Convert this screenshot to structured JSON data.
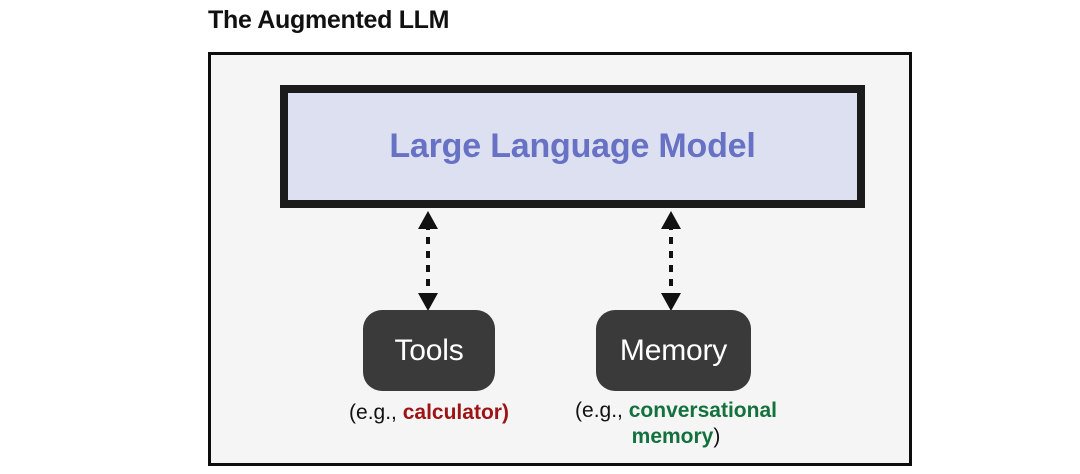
{
  "diagram": {
    "title": "The Augmented LLM",
    "llm": {
      "label": "Large Language Model",
      "fill_color": "#dde0f0",
      "text_color": "#6872c4",
      "border_color": "#1b1b1b"
    },
    "nodes": [
      {
        "id": "tools",
        "label": "Tools",
        "fill_color": "#3a3a3a",
        "text_color": "#ffffff",
        "caption_prefix": "(e.g., ",
        "caption_accent": "calculator",
        "caption_suffix": ")",
        "accent_color": "#9e1313"
      },
      {
        "id": "memory",
        "label": "Memory",
        "fill_color": "#3a3a3a",
        "text_color": "#ffffff",
        "caption_prefix": "(e.g., ",
        "caption_accent": "conversational memory",
        "caption_suffix": ")",
        "accent_color": "#12713d"
      }
    ],
    "connectors": [
      {
        "id": "llm-tools",
        "style": "dashed",
        "arrowheads": "both"
      },
      {
        "id": "llm-memory",
        "style": "dashed",
        "arrowheads": "both"
      }
    ],
    "frame": {
      "background_color": "#f5f5f5",
      "border_color": "#0d0d0d"
    }
  }
}
